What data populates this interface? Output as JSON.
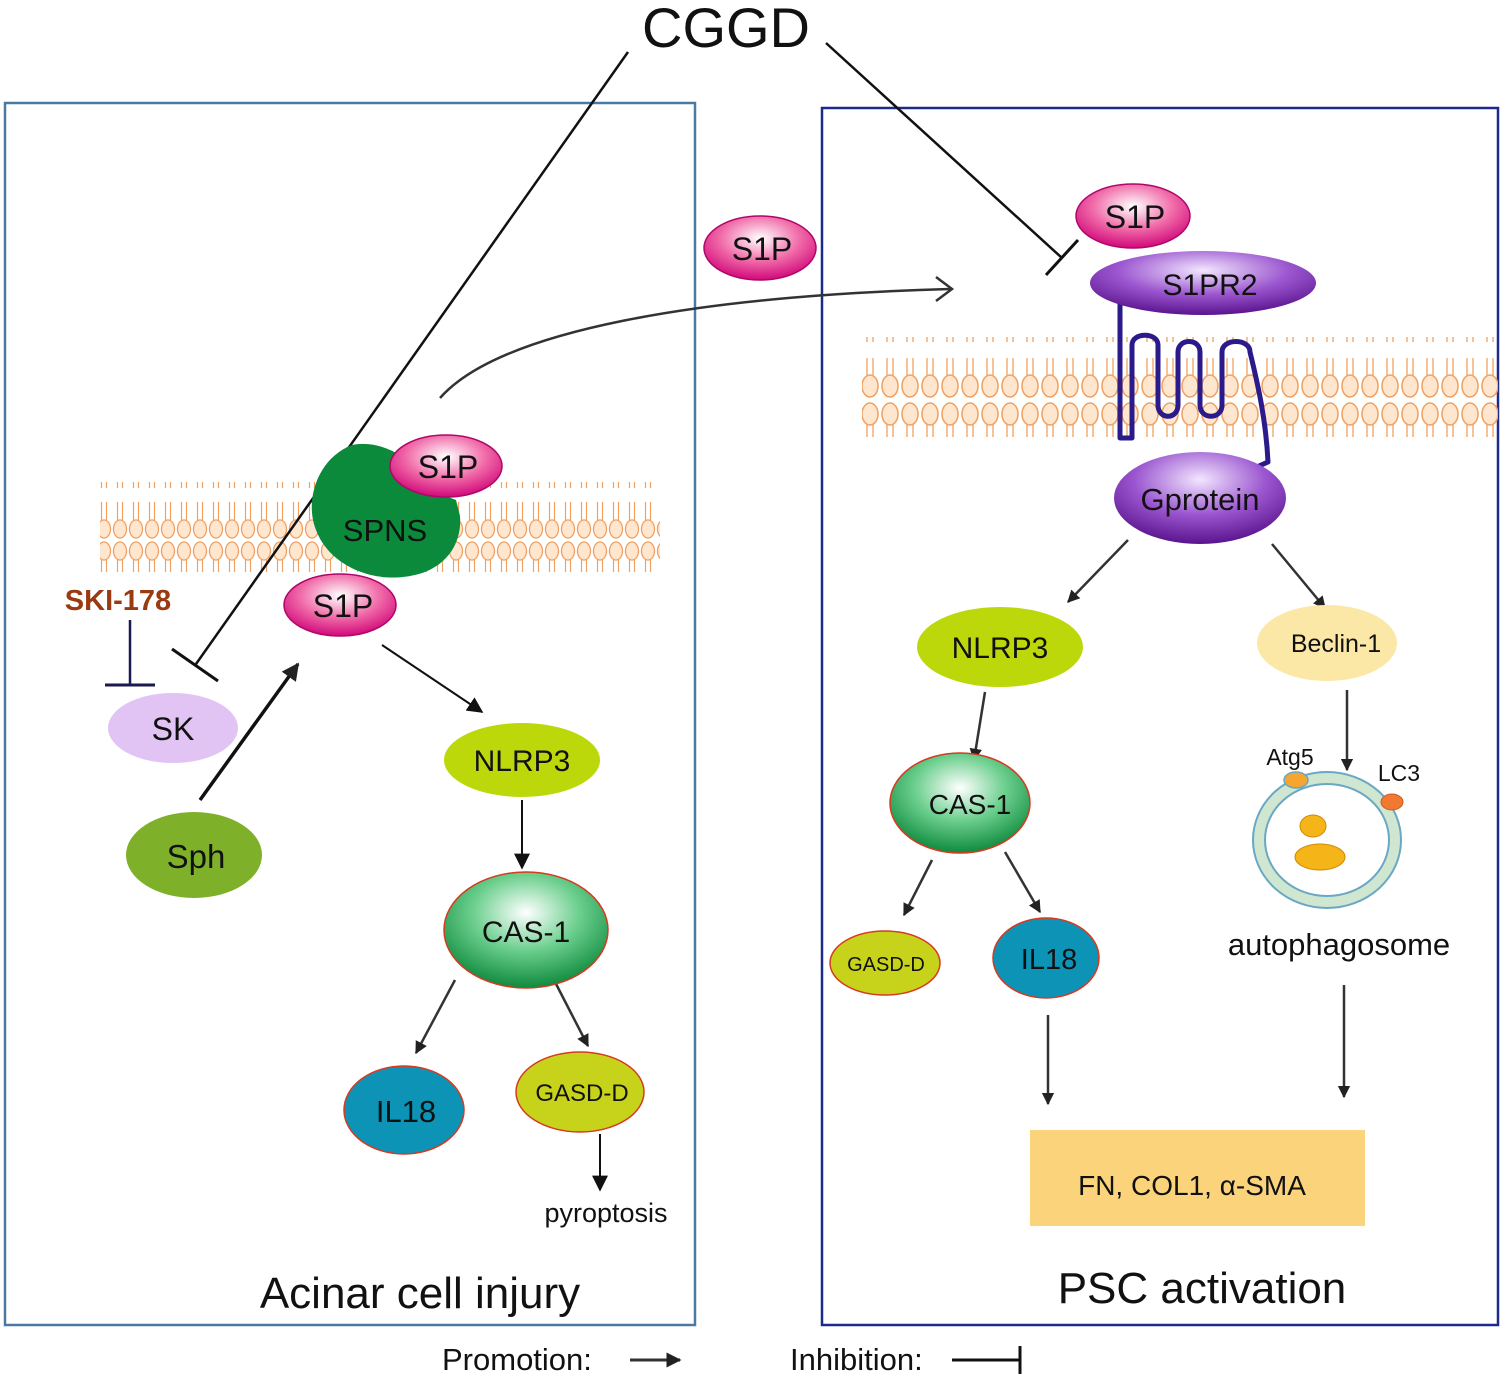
{
  "drug": "CGGD",
  "left_panel": {
    "caption": "Acinar cell injury",
    "inhibitor": "SKI-178",
    "nodes": {
      "sk": "SK",
      "sph": "Sph",
      "spns": "SPNS",
      "s1p_membrane": "S1P",
      "s1p_inner": "S1P",
      "nlrp3": "NLRP3",
      "cas1": "CAS-1",
      "il18": "IL18",
      "gasdd": "GASD-D"
    },
    "outcome": "pyroptosis"
  },
  "s1p_secreted": "S1P",
  "right_panel": {
    "caption": "PSC activation",
    "nodes": {
      "s1p": "S1P",
      "s1pr2": "S1PR2",
      "gprotein": "Gprotein",
      "nlrp3": "NLRP3",
      "beclin": "Beclin-1",
      "cas1": "CAS-1",
      "gasdd": "GASD-D",
      "il18": "IL18",
      "atg5": "Atg5",
      "lc3": "LC3",
      "autophagosome": "autophagosome"
    },
    "outcome": "FN, COL1, α-SMA"
  },
  "legend": {
    "promotion": "Promotion:",
    "inhibition": "Inhibition:"
  },
  "colors": {
    "left_frame": "#4a7aa3",
    "right_frame": "#1c2a8a",
    "membrane": "#f0a060",
    "magenta": "#e0137f",
    "purple": "#6a1fa0",
    "lime": "#bcd80a",
    "green": "#1a9a4a",
    "teal": "#0d93b5",
    "olive_green": "#7fb02a",
    "lavender": "#e2c4f4",
    "spns": "#0a8a3a",
    "beclin": "#fbe8a6",
    "outcome_box": "#fbd37a",
    "inhibitor_text": "#9a3a10"
  }
}
